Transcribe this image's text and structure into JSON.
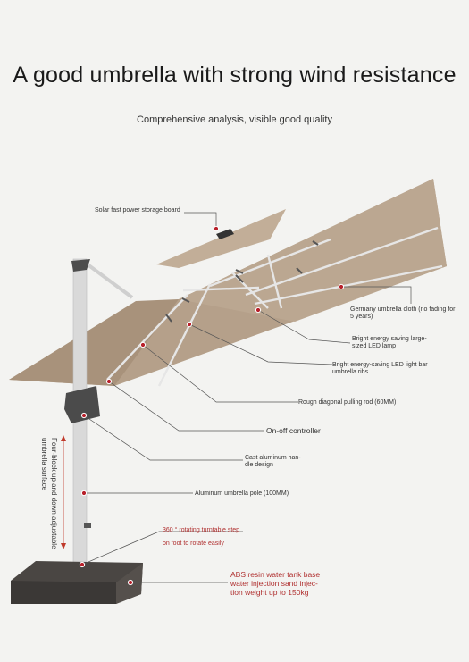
{
  "header": {
    "title": "A good umbrella with strong wind resistance",
    "subtitle": "Comprehensive analysis, visible good quality"
  },
  "labels": {
    "solar": "Solar fast power storage board",
    "cloth": "Germany umbrella cloth (no fading for\n5 years)",
    "led_lamp": "Bright energy saving large-\nsized LED lamp",
    "led_bar": "Bright energy-saving LED light bar\numbrella ribs",
    "pulling_rod": "Rough diagonal pulling rod (60MM)",
    "onoff": "On-off controller",
    "handle": "Cast aluminum han-\ndle design",
    "pole": "Aluminum umbrella pole (100MM)",
    "turntable": "360 ° rotating turntable step",
    "rotate": "on foot to rotate easily",
    "tank": "ABS resin water tank base\nwater injection sand injec-\ntion weight up to 150kg",
    "vertical": "Four-block up and down adjustable\numbrella surface"
  },
  "colors": {
    "canopy": "#b5a08a",
    "canopy_dark": "#a18b74",
    "pole": "#d9d9d9",
    "marker": "#b8202a",
    "base": "#4a4643",
    "accent_red": "#b03030"
  }
}
